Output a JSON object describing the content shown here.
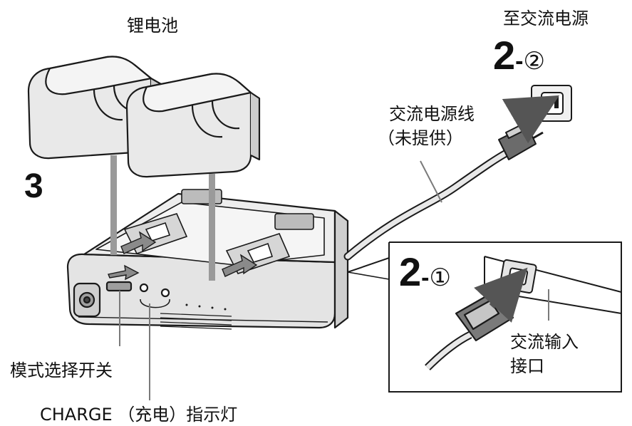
{
  "labels": {
    "battery": "锂电池",
    "to_ac_power": "至交流电源",
    "ac_cord_line1": "交流电源线",
    "ac_cord_line2": "（未提供）",
    "mode_switch": "模式选择开关",
    "charge_indicator": "CHARGE （充电）指示灯",
    "ac_input_line1": "交流输入",
    "ac_input_line2": "接口"
  },
  "steps": {
    "step3": "3",
    "step2_num": "2",
    "step2_1_sep": "-",
    "step2_1_circle": "①",
    "step2_2_sep": "-",
    "step2_2_circle": "②"
  },
  "colors": {
    "line": "#1a1a1a",
    "fill_light": "#ececec",
    "fill_mid": "#d6d6d6",
    "fill_dark": "#b0b0b0",
    "guide": "#9a9a9a"
  }
}
